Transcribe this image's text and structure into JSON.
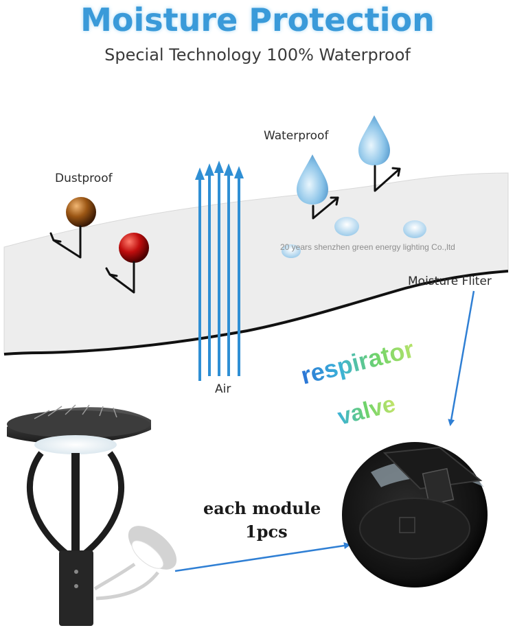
{
  "header": {
    "title": "Moisture Protection",
    "subtitle": "Special Technology 100% Waterproof"
  },
  "diagram": {
    "dustproof_label": "Dustproof",
    "waterproof_label": "Waterproof",
    "air_label": "Air",
    "filter_label": "Moisture Fliter",
    "watermark": "20 years shenzhen green energy lighting Co.,ltd"
  },
  "valve": {
    "line1": "respirator",
    "line2": "valve"
  },
  "module_note": {
    "line1": "each module",
    "line2": "1pcs"
  },
  "colors": {
    "title": "#3a9ad9",
    "arrows": "#2f8fd4",
    "membrane": "#eeeeee",
    "dust_brown": "#8a4a12",
    "dust_red": "#b01010"
  }
}
